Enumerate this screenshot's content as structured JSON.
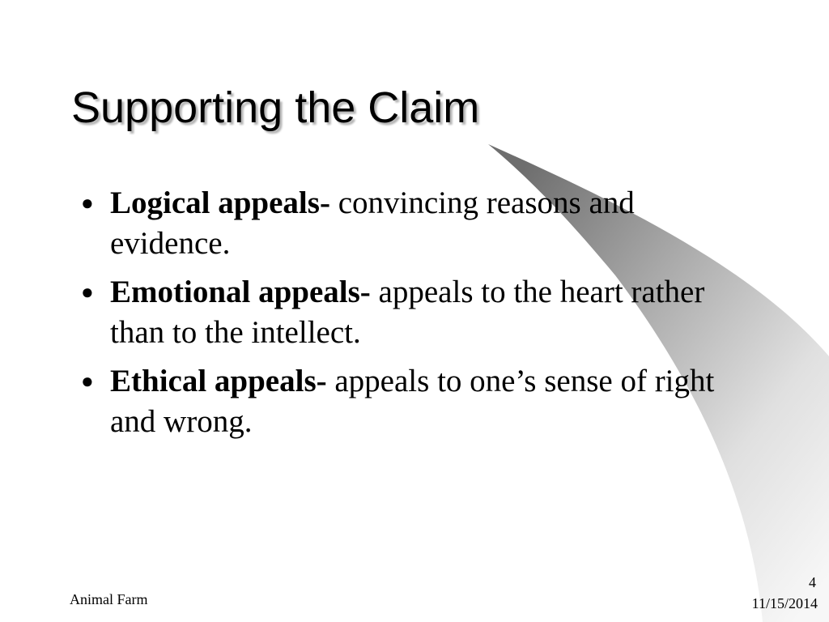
{
  "slide": {
    "title": "Supporting the Claim",
    "bullets": [
      {
        "term": "Logical appeals-",
        "text": " convincing reasons and evidence."
      },
      {
        "term": "Emotional appeals-",
        "text": " appeals to the heart rather than to the intellect."
      },
      {
        "term": "Ethical appeals-",
        "text": " appeals to one’s sense of right and wrong."
      }
    ],
    "bullet_glyph": "●",
    "footer": {
      "left_text": "Animal Farm",
      "page_number": "4",
      "date": "11/15/2014"
    }
  },
  "colors": {
    "background": "#ffffff",
    "text": "#000000",
    "swoosh_dark": "#7a7a7a",
    "swoosh_light": "#f4f4f4"
  }
}
